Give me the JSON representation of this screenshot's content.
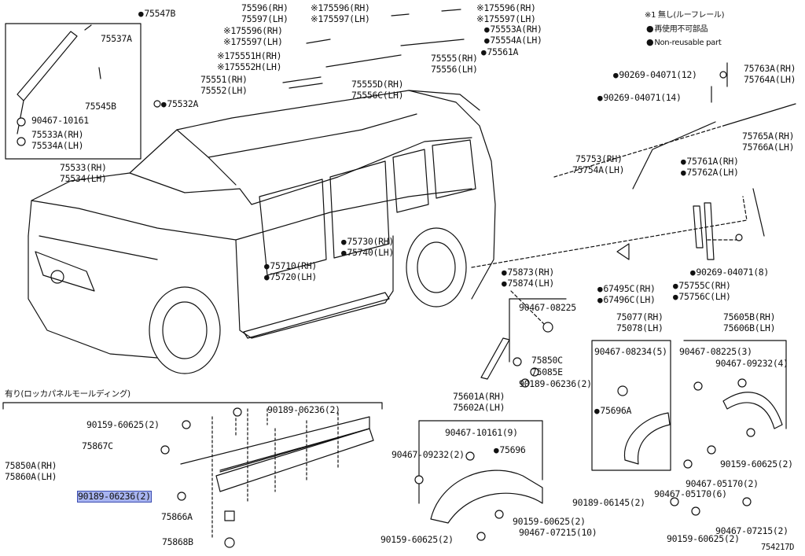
{
  "legend": {
    "title": "※1 無し(ルーフレール)",
    "reuse": "再使用不可部品",
    "non_reusable": "Non-reusable part"
  },
  "rocker_title": "有り(ロッカパネルモールディング)",
  "figure_number": "754217D",
  "labels": [
    {
      "id": "75547B",
      "t": "75547B",
      "dot": true
    },
    {
      "id": "75537A",
      "t": "75537A"
    },
    {
      "id": "75545B",
      "t": "75545B"
    },
    {
      "id": "90467-10161",
      "t": "90467-10161"
    },
    {
      "id": "75533A",
      "t": "75533A(RH)"
    },
    {
      "id": "75534A",
      "t": "75534A(LH)"
    },
    {
      "id": "75533",
      "t": "75533(RH)"
    },
    {
      "id": "75534",
      "t": "75534(LH)"
    },
    {
      "id": "75532A",
      "t": "75532A",
      "dot": true
    },
    {
      "id": "75596rh1",
      "t": "75596(RH)"
    },
    {
      "id": "75597lh1",
      "t": "75597(LH)"
    },
    {
      "id": "75596rh2",
      "t": "※175596(RH)"
    },
    {
      "id": "75597lh2",
      "t": "※175597(LH)"
    },
    {
      "id": "75551H",
      "t": "※175551H(RH)"
    },
    {
      "id": "75552H",
      "t": "※175552H(LH)"
    },
    {
      "id": "75551",
      "t": "75551(RH)"
    },
    {
      "id": "75552",
      "t": "75552(LH)"
    },
    {
      "id": "75596rh3",
      "t": "※175596(RH)"
    },
    {
      "id": "75597lh3",
      "t": "※175597(LH)"
    },
    {
      "id": "75555D",
      "t": "75555D(RH)"
    },
    {
      "id": "75556C",
      "t": "75556C(LH)"
    },
    {
      "id": "75596rh4",
      "t": "※175596(RH)"
    },
    {
      "id": "75597lh4",
      "t": "※175597(LH)"
    },
    {
      "id": "75553A",
      "t": "75553A(RH)",
      "dot": true
    },
    {
      "id": "75554A",
      "t": "75554A(LH)",
      "dot": true
    },
    {
      "id": "75555",
      "t": "75555(RH)"
    },
    {
      "id": "75556",
      "t": "75556(LH)"
    },
    {
      "id": "75561A",
      "t": "75561A",
      "dot": true
    },
    {
      "id": "90269-12",
      "t": "90269-04071(12)",
      "dot": true
    },
    {
      "id": "90269-14",
      "t": "90269-04071(14)",
      "dot": true
    },
    {
      "id": "75763A",
      "t": "75763A(RH)"
    },
    {
      "id": "75764A",
      "t": "75764A(LH)"
    },
    {
      "id": "75765A",
      "t": "75765A(RH)"
    },
    {
      "id": "75766A",
      "t": "75766A(LH)"
    },
    {
      "id": "75753",
      "t": "75753(RH)"
    },
    {
      "id": "75754A",
      "t": "75754A(LH)"
    },
    {
      "id": "75761A",
      "t": "75761A(RH)",
      "dot": true
    },
    {
      "id": "75762A",
      "t": "75762A(LH)",
      "dot": true
    },
    {
      "id": "90269-8",
      "t": "90269-04071(8)",
      "dot": true
    },
    {
      "id": "75730",
      "t": "75730(RH)",
      "dot": true
    },
    {
      "id": "75740",
      "t": "75740(LH)",
      "dot": true
    },
    {
      "id": "75710",
      "t": "75710(RH)",
      "dot": true
    },
    {
      "id": "75720",
      "t": "75720(LH)",
      "dot": true
    },
    {
      "id": "75873",
      "t": "75873(RH)",
      "dot": true
    },
    {
      "id": "75874",
      "t": "75874(LH)",
      "dot": true
    },
    {
      "id": "67495C",
      "t": "67495C(RH)",
      "dot": true
    },
    {
      "id": "67496C",
      "t": "67496C(LH)",
      "dot": true
    },
    {
      "id": "75755C",
      "t": "75755C(RH)",
      "dot": true
    },
    {
      "id": "75756C",
      "t": "75756C(LH)",
      "dot": true
    },
    {
      "id": "90467-08225a",
      "t": "90467-08225"
    },
    {
      "id": "75850C",
      "t": "75850C"
    },
    {
      "id": "75085E",
      "t": "75085E"
    },
    {
      "id": "90189-06236-2a",
      "t": "90189-06236(2)"
    },
    {
      "id": "75077",
      "t": "75077(RH)"
    },
    {
      "id": "75078",
      "t": "75078(LH)"
    },
    {
      "id": "75605B",
      "t": "75605B(RH)"
    },
    {
      "id": "75606B",
      "t": "75606B(LH)"
    },
    {
      "id": "90467-08234",
      "t": "90467-08234(5)"
    },
    {
      "id": "90467-08225-3",
      "t": "90467-08225(3)"
    },
    {
      "id": "90467-09232-4",
      "t": "90467-09232(4)"
    },
    {
      "id": "75696A",
      "t": "75696A",
      "dot": true
    },
    {
      "id": "75601A",
      "t": "75601A(RH)"
    },
    {
      "id": "75602A",
      "t": "75602A(LH)"
    },
    {
      "id": "90467-10161-9",
      "t": "90467-10161(9)"
    },
    {
      "id": "90467-09232-2",
      "t": "90467-09232(2)"
    },
    {
      "id": "75696",
      "t": "75696",
      "dot": true
    },
    {
      "id": "90159-60625-2r",
      "t": "90159-60625(2)"
    },
    {
      "id": "90467-05170-2",
      "t": "90467-05170(2)"
    },
    {
      "id": "90467-05170-6",
      "t": "90467-05170(6)"
    },
    {
      "id": "90189-06145",
      "t": "90189-06145(2)"
    },
    {
      "id": "90467-07215-2",
      "t": "90467-07215(2)"
    },
    {
      "id": "90159-60625-2b",
      "t": "90159-60625(2)"
    },
    {
      "id": "90159-60625-2m",
      "t": "90159-60625(2)"
    },
    {
      "id": "90159-60625-2l",
      "t": "90159-60625(2)"
    },
    {
      "id": "90467-07215-10",
      "t": "90467-07215(10)"
    },
    {
      "id": "90189-06236-2b",
      "t": "90189-06236(2)"
    },
    {
      "id": "90159-60625-2c",
      "t": "90159-60625(2)"
    },
    {
      "id": "75867C",
      "t": "75867C"
    },
    {
      "id": "75850A",
      "t": "75850A(RH)"
    },
    {
      "id": "75860A",
      "t": "75860A(LH)"
    },
    {
      "id": "90189-06236-2h",
      "t": "90189-06236(2)",
      "hl": true
    },
    {
      "id": "75866A",
      "t": "75866A"
    },
    {
      "id": "75868B",
      "t": "75868B"
    }
  ]
}
